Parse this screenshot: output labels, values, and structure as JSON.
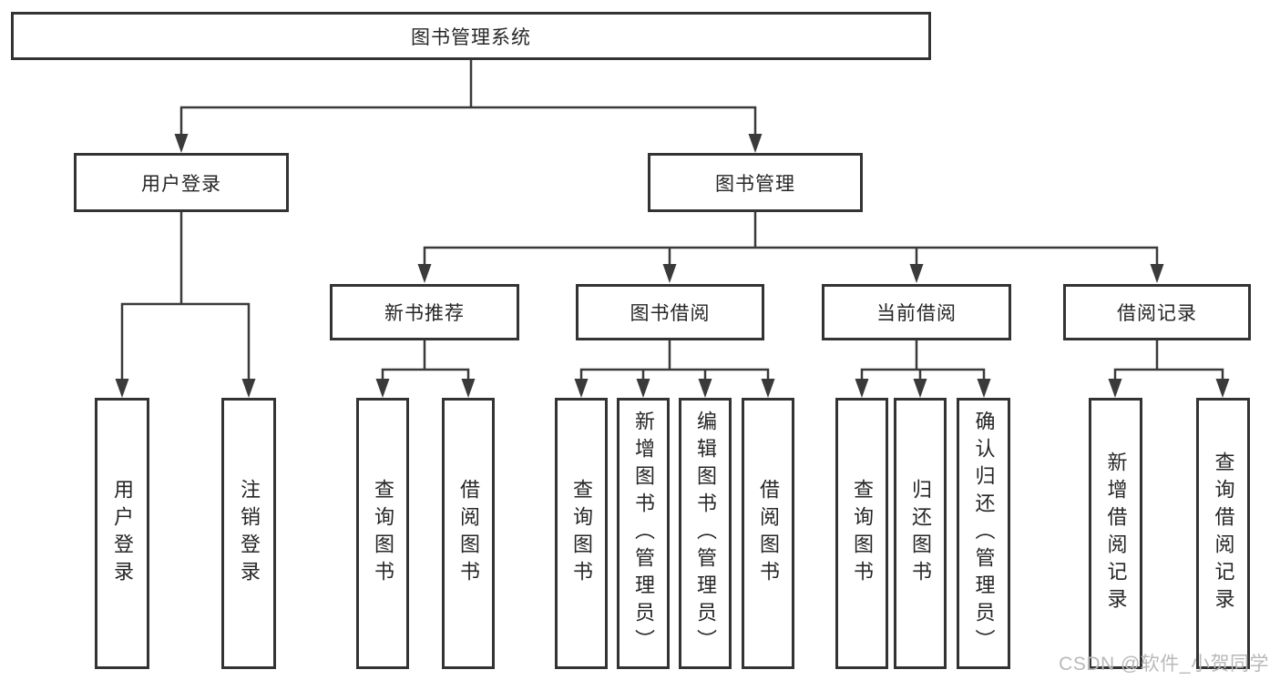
{
  "diagram": {
    "title": "图书管理系统",
    "tree": {
      "label": "图书管理系统",
      "children": [
        {
          "label": "用户登录",
          "children": [
            {
              "label": "用户登录"
            },
            {
              "label": "注销登录"
            }
          ]
        },
        {
          "label": "图书管理",
          "children": [
            {
              "label": "新书推荐",
              "children": [
                {
                  "label": "查询图书"
                },
                {
                  "label": "借阅图书"
                }
              ]
            },
            {
              "label": "图书借阅",
              "children": [
                {
                  "label": "查询图书"
                },
                {
                  "label": "新增图书（管理员）"
                },
                {
                  "label": "编辑图书（管理员）"
                },
                {
                  "label": "借阅图书"
                }
              ]
            },
            {
              "label": "当前借阅",
              "children": [
                {
                  "label": "查询图书"
                },
                {
                  "label": "归还图书"
                },
                {
                  "label": "确认归还（管理员）"
                }
              ]
            },
            {
              "label": "借阅记录",
              "children": [
                {
                  "label": "新增借阅记录"
                },
                {
                  "label": "查询借阅记录"
                }
              ]
            }
          ]
        }
      ]
    },
    "colors": {
      "line": "#3a3a3a",
      "box_border": "#333333",
      "text": "#262626",
      "background": "#ffffff",
      "watermark": "#b9b9b9"
    }
  },
  "watermark": {
    "text": "CSDN @软件_小贺同学"
  }
}
